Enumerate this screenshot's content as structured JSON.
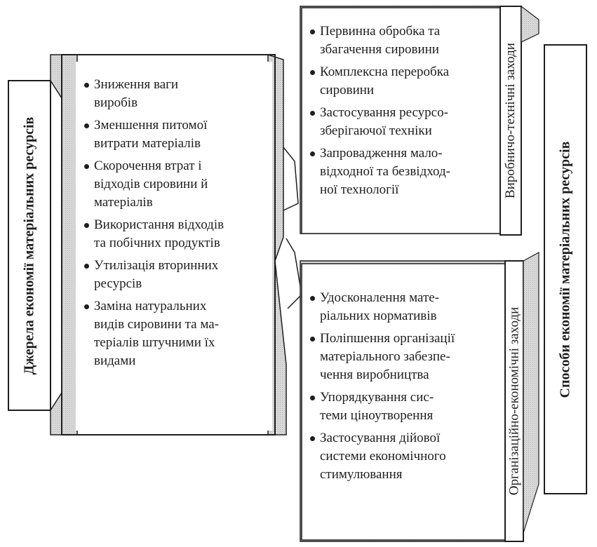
{
  "left_label": "Джерела економії матеріальних ресурсів",
  "right_label": "Способи економії матеріальних ресурсів",
  "top_box_label": "Виробничо-технічні заходи",
  "bottom_box_label": "Організаційно-економічні заходи",
  "sources": [
    [
      "Зниження ваги",
      "виробів"
    ],
    [
      "Зменшення питомої",
      "витрати матеріалів"
    ],
    [
      "Скорочення втрат і",
      "відходів сировини й",
      "матеріалів"
    ],
    [
      "Використання відходів",
      "та побічних продуктів"
    ],
    [
      "Утилізація вторинних",
      "ресурсів"
    ],
    [
      "Заміна натуральних",
      "видів сировини та ма-",
      "теріалів штучними їх",
      "видами"
    ]
  ],
  "technical_measures": [
    [
      "Первинна обробка та",
      "збагачення сировини"
    ],
    [
      "Комплексна переробка",
      "сировини"
    ],
    [
      "Застосування ресурсо-",
      "зберігаючої техніки"
    ],
    [
      "Запровадження мало-",
      "відходної та безвідход-",
      "ної технології"
    ]
  ],
  "economic_measures": [
    [
      "Удосконалення мате-",
      "ріальних нормативів"
    ],
    [
      "Поліпшення організації",
      "матеріального забезпе-",
      "чення виробництва"
    ],
    [
      "Упорядкування сис-",
      "теми ціноутворення"
    ],
    [
      "Застосування дійової",
      "системи економічного",
      "стимулювання"
    ]
  ],
  "colors": {
    "line": "#1e1e1e",
    "shade": "#d4d4d4"
  }
}
